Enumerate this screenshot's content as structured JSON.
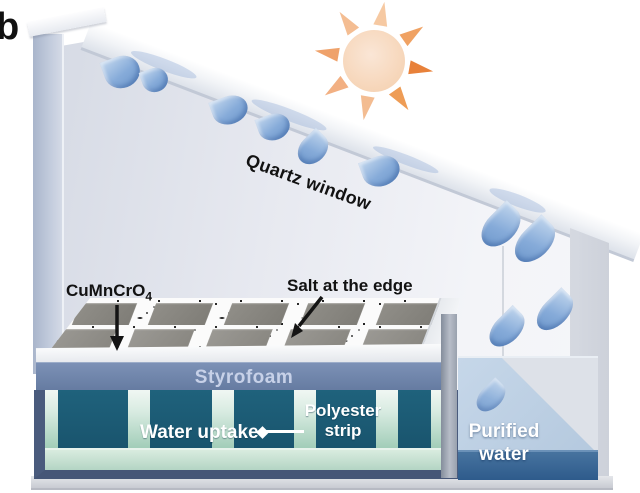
{
  "panel": {
    "label": "b"
  },
  "labels": {
    "quartz_window": "Quartz window",
    "absorber_base": "CuMnCrO",
    "absorber_sub": "4",
    "salt_edge": "Salt at the edge",
    "styrofoam": "Styrofoam",
    "water_uptake": "Water uptake",
    "polyester_line1": "Polyester",
    "polyester_line2": "strip",
    "purified_line1": "Purified",
    "purified_line2": "water"
  },
  "icons": {
    "sun": "sun-icon",
    "droplet": "water-droplet-icon"
  },
  "colors": {
    "styrofoam_band": "#6d85ae",
    "tank_teal": "#1c5a73",
    "polyester_strip_mint": "#9ccab4",
    "purified_water_blue": "#2c598a",
    "droplet_blue": "#86abd9",
    "sun_ray_orange": "#e8813a",
    "absorber_tile_gray": "#8f8d88",
    "frame_navy": "#4a5b7d"
  }
}
